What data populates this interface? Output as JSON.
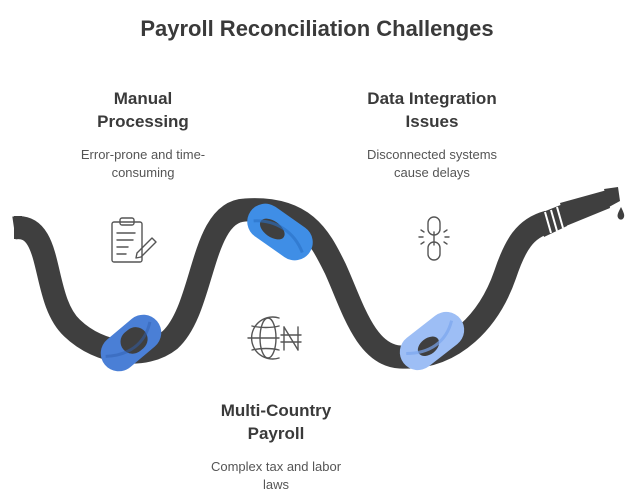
{
  "title": "Payroll Reconciliation Challenges",
  "challenges": [
    {
      "heading_line1": "Manual",
      "heading_line2": "Processing",
      "desc_line1": "Error-prone and time-",
      "desc_line2": "consuming",
      "icon": "clipboard-icon"
    },
    {
      "heading_line1": "Data Integration",
      "heading_line2": "Issues",
      "desc_line1": "Disconnected systems",
      "desc_line2": "cause delays",
      "icon": "chain-link-icon"
    },
    {
      "heading_line1": "Multi-Country",
      "heading_line2": "Payroll",
      "desc_line1": "Complex tax and labor",
      "desc_line2": "laws",
      "icon": "globe-currency-icon"
    }
  ],
  "colors": {
    "hose": "#3f3f3f",
    "knot_dark": "#4a7fd6",
    "knot_mid": "#3f8ee6",
    "knot_light": "#9dbef5",
    "icon_stroke": "#555555"
  }
}
